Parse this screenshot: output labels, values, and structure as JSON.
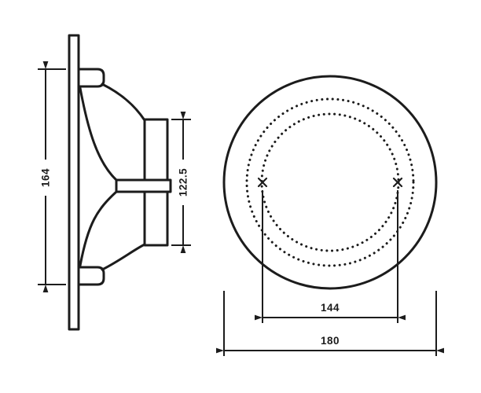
{
  "drawing": {
    "kind": "speaker-technical-drawing",
    "side_view": {
      "flange_height_label": "164",
      "body_height_label": "122.5"
    },
    "front_view": {
      "hole_spacing_label": "144",
      "outer_diameter_label": "180",
      "hole_marker_glyph": "x"
    },
    "colors": {
      "line": "#1c1c1c",
      "background": "#ffffff"
    }
  }
}
